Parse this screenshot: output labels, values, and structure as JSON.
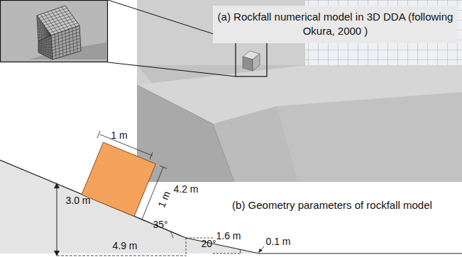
{
  "diagram": {
    "nodes": [
      {
        "text": [
          "(a) Rockfall numerical model in 3D DDA (following Okura, 2000 )"
        ]
      }
    ],
    "labels": [
      "1 m",
      "1 m",
      "4.2 m",
      "3.0 m",
      "35°",
      "1.6 m",
      "20°",
      "4.9 m",
      "0.1 m",
      "(b) Geometry parameters of rockfall model"
    ]
  }
}
